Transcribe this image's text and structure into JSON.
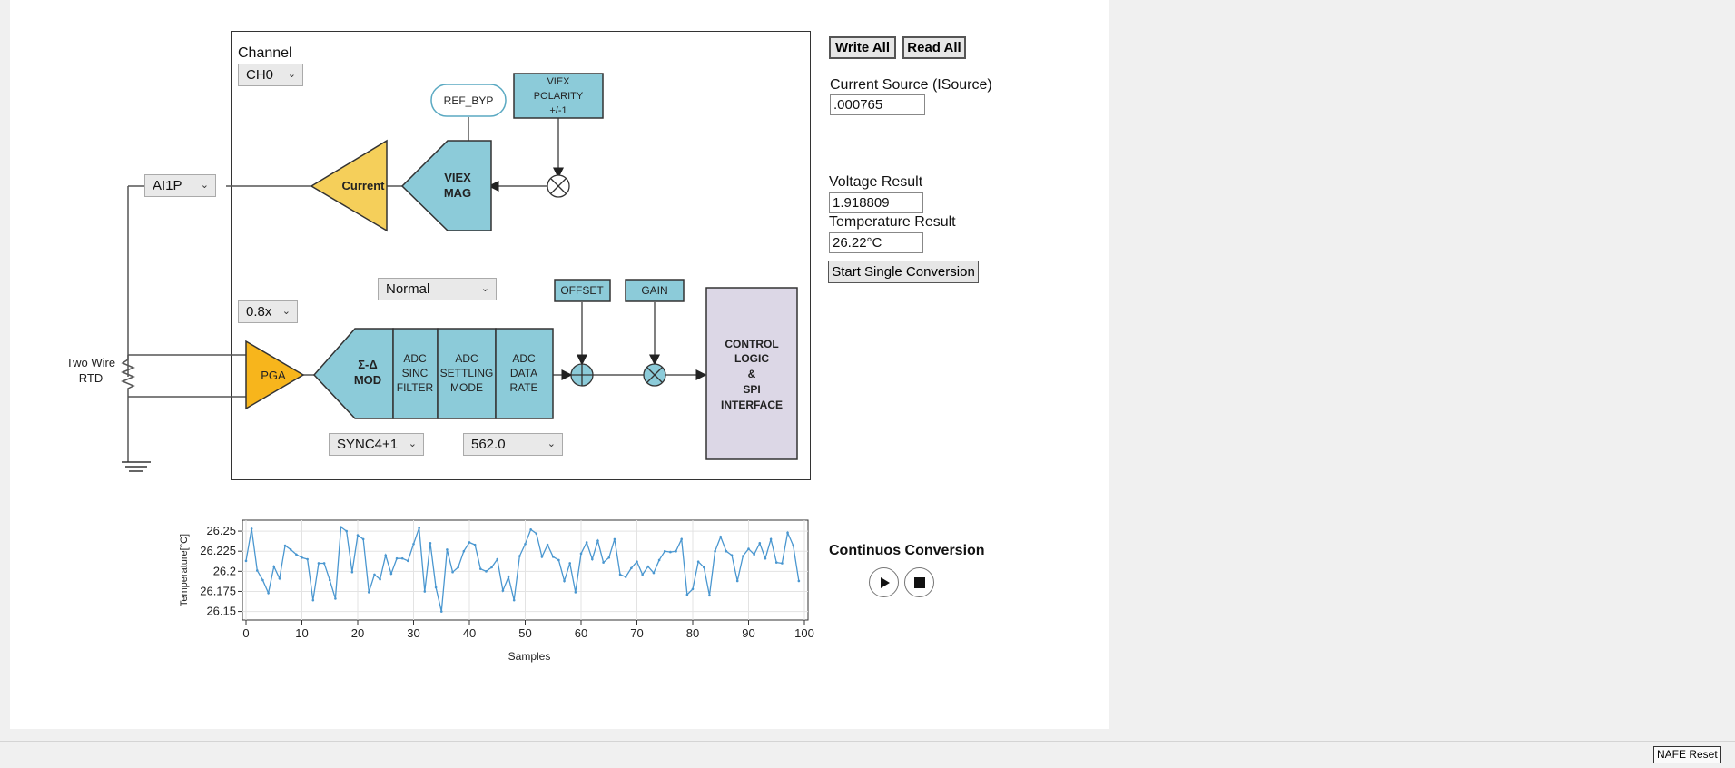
{
  "diagram": {
    "channel_label": "Channel",
    "channel_value": "CH0",
    "input_value": "AI1P",
    "gain_value": "0.8x",
    "mode_value": "Normal",
    "filter_value": "SYNC4+1",
    "rate_value": "562.0",
    "rtd_label_line1": "Two Wire",
    "rtd_label_line2": "RTD",
    "blocks": {
      "ref_byp": "REF_BYP",
      "viex_pol_1": "VIEX",
      "viex_pol_2": "POLARITY",
      "viex_pol_3": "+/-1",
      "viex_mag_1": "VIEX",
      "viex_mag_2": "MAG",
      "current": "Current",
      "pga": "PGA",
      "sd_1": "Σ-Δ",
      "sd_2": "MOD",
      "sinc_1": "ADC",
      "sinc_2": "SINC",
      "sinc_3": "FILTER",
      "settle_1": "ADC",
      "settle_2": "SETTLING",
      "settle_3": "MODE",
      "rate_1": "ADC",
      "rate_2": "DATA",
      "rate_3": "RATE",
      "offset": "OFFSET",
      "gain": "GAIN",
      "ctrl_1": "CONTROL",
      "ctrl_2": "LOGIC",
      "ctrl_3": "&",
      "ctrl_4": "SPI",
      "ctrl_5": "INTERFACE"
    }
  },
  "controls": {
    "write_all": "Write All",
    "read_all": "Read All",
    "current_source_label": "Current Source (ISource)",
    "current_source_value": ".000765",
    "voltage_label": "Voltage Result",
    "voltage_value": "1.918809",
    "temperature_label": "Temperature Result",
    "temperature_value": "26.22°C",
    "start_single": "Start Single Conversion",
    "continuous_label": "Continuos Conversion",
    "reset": "NAFE Reset"
  },
  "colors": {
    "block_teal": "#8ccbd9",
    "block_yellow": "#f5cf5a",
    "block_orange": "#f7b51c",
    "control_lilac": "#dcd7e6",
    "series_blue": "#4a97d0"
  },
  "chart_data": {
    "type": "line",
    "xlabel": "Samples",
    "ylabel": "Temperature[°C]",
    "xlim": [
      0,
      100
    ],
    "ylim": [
      26.145,
      26.258
    ],
    "x_ticks": [
      0,
      10,
      20,
      30,
      40,
      50,
      60,
      70,
      80,
      90,
      100
    ],
    "y_ticks": [
      "26.25",
      "26.225",
      "26.2",
      "26.175",
      "26.15"
    ],
    "grid": true,
    "series": [
      {
        "values": [
          26.213,
          26.253,
          26.201,
          26.189,
          26.173,
          26.206,
          26.191,
          26.232,
          26.227,
          26.221,
          26.217,
          26.215,
          26.164,
          26.21,
          26.21,
          26.189,
          26.166,
          26.255,
          26.25,
          26.199,
          26.245,
          26.24,
          26.174,
          26.196,
          26.19,
          26.22,
          26.197,
          26.216,
          26.216,
          26.213,
          26.234,
          26.254,
          26.175,
          26.235,
          26.18,
          26.15,
          26.227,
          26.199,
          26.205,
          26.225,
          26.236,
          26.233,
          26.203,
          26.2,
          26.205,
          26.215,
          26.176,
          26.193,
          26.164,
          26.219,
          26.234,
          26.252,
          26.247,
          26.218,
          26.233,
          26.218,
          26.214,
          26.188,
          26.21,
          26.174,
          26.222,
          26.236,
          26.215,
          26.238,
          26.211,
          26.217,
          26.24,
          26.196,
          26.193,
          26.204,
          26.212,
          26.196,
          26.206,
          26.198,
          26.214,
          26.225,
          26.224,
          26.225,
          26.24,
          26.171,
          26.178,
          26.212,
          26.205,
          26.17,
          26.225,
          26.243,
          26.225,
          26.22,
          26.188,
          26.219,
          26.228,
          26.221,
          26.235,
          26.216,
          26.24,
          26.211,
          26.21,
          26.248,
          26.232,
          26.188
        ]
      }
    ]
  }
}
